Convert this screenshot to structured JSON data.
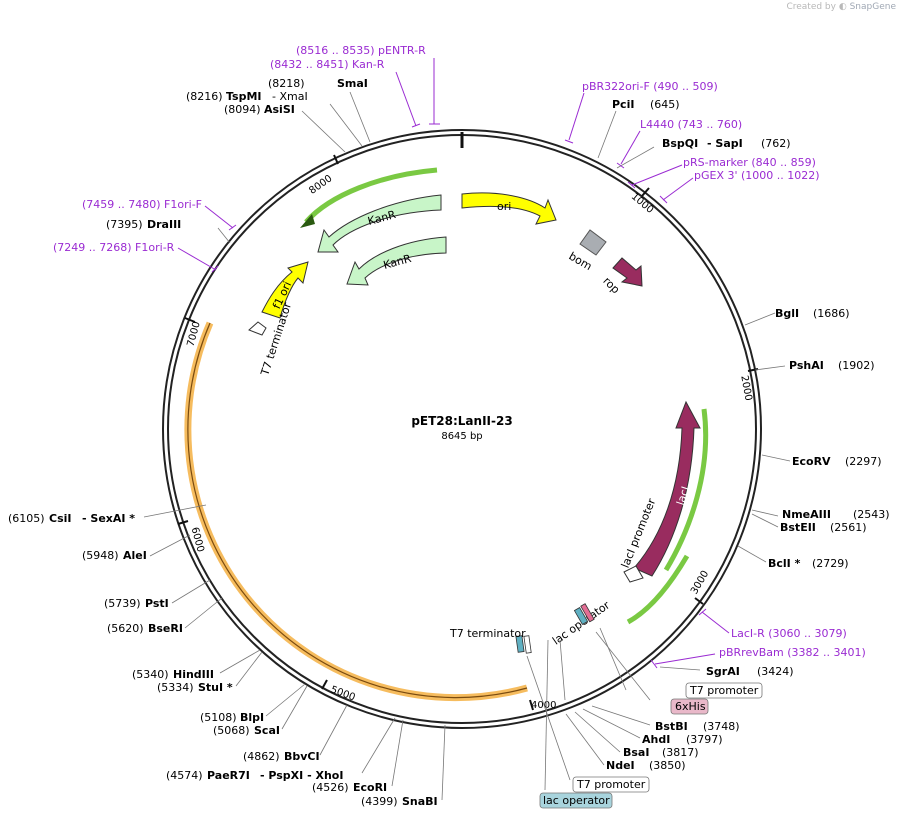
{
  "credit": {
    "prefix": "Created by",
    "brand": "SnapGene"
  },
  "plasmid": {
    "name": "pET28:LanII-23",
    "size": "8645 bp"
  },
  "ticks": [
    "1000",
    "2000",
    "3000",
    "4000",
    "5000",
    "6000",
    "7000",
    "8000"
  ],
  "features": {
    "ori": "ori",
    "kanr1": "KanR",
    "kanr2": "KanR",
    "f1ori": "f1 ori",
    "t7term_left": "T7 terminator",
    "bom": "bom",
    "rop": "rop",
    "laci": "lacI",
    "laci_promoter": "lacI promoter",
    "lac_operator": "lac operator",
    "t7term_bottom": "T7 terminator"
  },
  "sites": {
    "smai": {
      "pos": "(8218)",
      "name": "SmaI"
    },
    "tspmi": {
      "pos": "(8216)",
      "name": "TspMI",
      "extra": "- XmaI"
    },
    "asisi": {
      "pos": "(8094)",
      "name": "AsiSI"
    },
    "drai": {
      "pos": "(7395)",
      "name": "DraIII"
    },
    "pcii": {
      "name": "PciI",
      "pos": "(645)"
    },
    "bspqi": {
      "name": "BspQI",
      "extra": "- SapI",
      "pos": "(762)"
    },
    "bgli": {
      "name": "BglI",
      "pos": "(1686)"
    },
    "pshai": {
      "name": "PshAI",
      "pos": "(1902)"
    },
    "ecorv": {
      "name": "EcoRV",
      "pos": "(2297)"
    },
    "nmeaiii": {
      "name": "NmeAIII",
      "pos": "(2543)"
    },
    "bsteii": {
      "name": "BstEII",
      "pos": "(2561)"
    },
    "bcli": {
      "name": "BclI *",
      "pos": "(2729)"
    },
    "sgrai": {
      "name": "SgrAI",
      "pos": "(3424)"
    },
    "bstbi": {
      "name": "BstBI",
      "pos": "(3748)"
    },
    "ahdi": {
      "name": "AhdI",
      "pos": "(3797)"
    },
    "bsai": {
      "name": "BsaI",
      "pos": "(3817)"
    },
    "ndei": {
      "name": "NdeI",
      "pos": "(3850)"
    },
    "csii": {
      "pos": "(6105)",
      "name": "CsiI",
      "extra": "- SexAI *"
    },
    "alei": {
      "pos": "(5948)",
      "name": "AleI"
    },
    "psti": {
      "pos": "(5739)",
      "name": "PstI"
    },
    "bseri": {
      "pos": "(5620)",
      "name": "BseRI"
    },
    "hindiii": {
      "pos": "(5340)",
      "name": "HindIII"
    },
    "stui": {
      "pos": "(5334)",
      "name": "StuI *"
    },
    "blpi": {
      "pos": "(5108)",
      "name": "BlpI"
    },
    "scai": {
      "pos": "(5068)",
      "name": "ScaI"
    },
    "bbvci": {
      "pos": "(4862)",
      "name": "BbvCI"
    },
    "paer7i": {
      "pos": "(4574)",
      "name": "PaeR7I",
      "extra": "- PspXI  - XhoI"
    },
    "ecori": {
      "pos": "(4526)",
      "name": "EcoRI"
    },
    "snabi": {
      "pos": "(4399)",
      "name": "SnaBI"
    }
  },
  "primers": {
    "pentr_r": "(8516 .. 8535)  pENTR-R",
    "kan_r": "(8432 .. 8451)  Kan-R",
    "pbr322ori_f": "pBR322ori-F      (490 .. 509)",
    "l4440": "L4440      (743 .. 760)",
    "prs_marker": "pRS-marker     (840 .. 859)",
    "pgex3": "pGEX 3'     (1000 .. 1022)",
    "f1ori_f": "(7459 .. 7480)  F1ori-F",
    "f1ori_r": "(7249 .. 7268)  F1ori-R",
    "laci_r": "LacI-R     (3060 .. 3079)",
    "pbrrevbam": "pBRrevBam     (3382 .. 3401)"
  },
  "boxes": {
    "t7_promoter_1": "T7 promoter",
    "his6": "6xHis",
    "t7_promoter_2": "T7 promoter",
    "lac_operator_box": "lac operator"
  },
  "colors": {
    "ori": "#ffff00",
    "kanr": "#c8f5c8",
    "f1ori": "#ffff00",
    "laci": "#992c5f",
    "rop": "#992c5f",
    "bom": "#a9adb2",
    "orange_feature": "#f5b042",
    "green_feature": "#7ac943",
    "primer": "#9a2bd2",
    "his6_box": "#e9b8c9",
    "lac_operator_box": "#a8d4dd"
  }
}
